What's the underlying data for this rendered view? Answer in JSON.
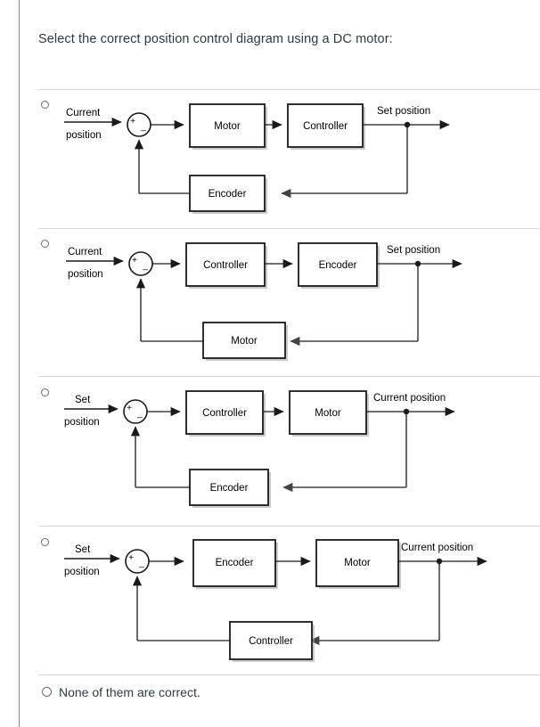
{
  "question": {
    "prompt": "Select the correct position control diagram using a DC motor:"
  },
  "colors": {
    "text": "#2d3b45",
    "divider": "#d8d8d8",
    "rule": "#8a8a8a",
    "stroke": "#000000",
    "shadow": "#a0a0a0",
    "box_fill": "#ffffff"
  },
  "signs": {
    "plus": "+",
    "minus": "_"
  },
  "options": [
    {
      "id": "option-a",
      "input_label_line1": "Current",
      "input_label_line2": "position",
      "forward_blocks": [
        "Motor",
        "Controller"
      ],
      "feedback_block": "Encoder",
      "output_label": "Set position"
    },
    {
      "id": "option-b",
      "input_label_line1": "Current",
      "input_label_line2": "position",
      "forward_blocks": [
        "Controller",
        "Encoder"
      ],
      "feedback_block": "Motor",
      "output_label": "Set position"
    },
    {
      "id": "option-c",
      "input_label_line1": "Set",
      "input_label_line2": "position",
      "forward_blocks": [
        "Controller",
        "Motor"
      ],
      "feedback_block": "Encoder",
      "output_label": "Current position"
    },
    {
      "id": "option-d",
      "input_label_line1": "Set",
      "input_label_line2": "position",
      "forward_blocks": [
        "Encoder",
        "Motor"
      ],
      "feedback_block": "Controller",
      "output_label": "Current position"
    }
  ],
  "final_option": {
    "id": "option-none",
    "label": "None of them are correct."
  }
}
